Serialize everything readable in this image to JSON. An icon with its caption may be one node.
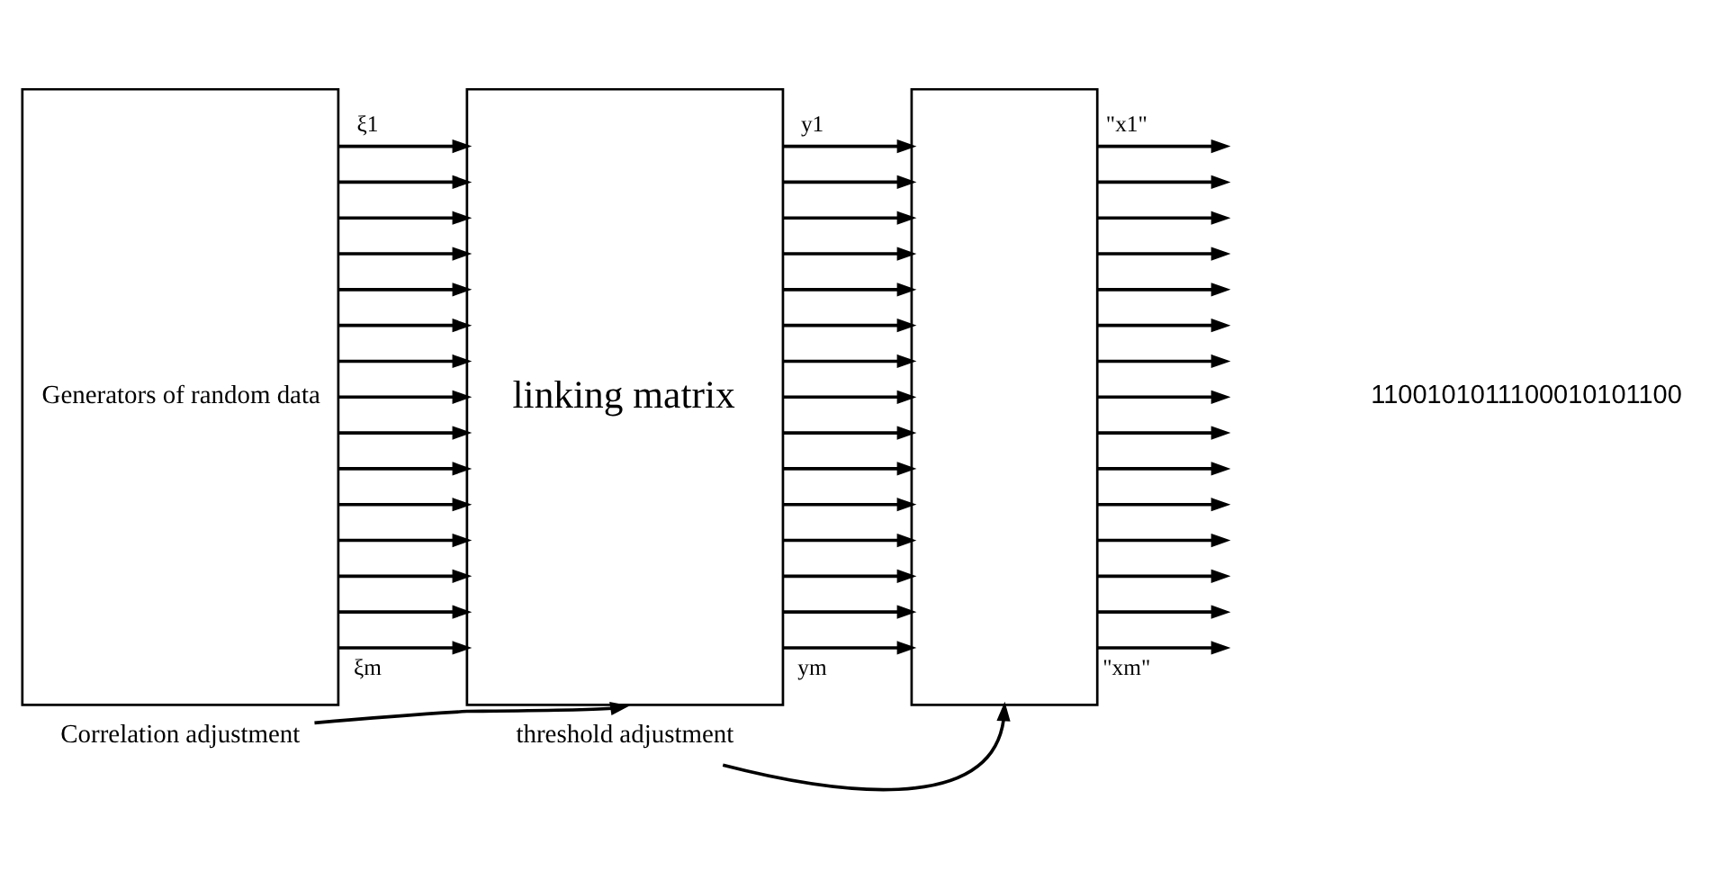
{
  "diagram": {
    "nodes": [
      {
        "text": [
          "Generators of random data"
        ]
      },
      {
        "text": [
          "linking matrix"
        ]
      },
      {
        "text": [],
        "shape": "box"
      },
      {
        "text": [
          "Correlation adjustment"
        ]
      },
      {
        "text": [
          "threshold adjustment"
        ]
      }
    ],
    "edges": [
      {
        "from": 0,
        "to": 1,
        "arrow": "to",
        "label": "ξ1"
      },
      {
        "from": 0,
        "to": 1,
        "arrow": "to"
      },
      {
        "from": 0,
        "to": 1,
        "arrow": "to"
      },
      {
        "from": 0,
        "to": 1,
        "arrow": "to"
      },
      {
        "from": 0,
        "to": 1,
        "arrow": "to"
      },
      {
        "from": 0,
        "to": 1,
        "arrow": "to"
      },
      {
        "from": 0,
        "to": 1,
        "arrow": "to"
      },
      {
        "from": 0,
        "to": 1,
        "arrow": "to"
      },
      {
        "from": 0,
        "to": 1,
        "arrow": "to"
      },
      {
        "from": 0,
        "to": 1,
        "arrow": "to"
      },
      {
        "from": 0,
        "to": 1,
        "arrow": "to"
      },
      {
        "from": 0,
        "to": 1,
        "arrow": "to"
      },
      {
        "from": 0,
        "to": 1,
        "arrow": "to"
      },
      {
        "from": 0,
        "to": 1,
        "arrow": "to"
      },
      {
        "from": 0,
        "to": 1,
        "arrow": "to",
        "label": "ξm"
      },
      {
        "from": 1,
        "to": 2,
        "arrow": "to",
        "label": "y1"
      },
      {
        "from": 1,
        "to": 2,
        "arrow": "to"
      },
      {
        "from": 1,
        "to": 2,
        "arrow": "to"
      },
      {
        "from": 1,
        "to": 2,
        "arrow": "to"
      },
      {
        "from": 1,
        "to": 2,
        "arrow": "to"
      },
      {
        "from": 1,
        "to": 2,
        "arrow": "to"
      },
      {
        "from": 1,
        "to": 2,
        "arrow": "to"
      },
      {
        "from": 1,
        "to": 2,
        "arrow": "to"
      },
      {
        "from": 1,
        "to": 2,
        "arrow": "to"
      },
      {
        "from": 1,
        "to": 2,
        "arrow": "to"
      },
      {
        "from": 1,
        "to": 2,
        "arrow": "to"
      },
      {
        "from": 1,
        "to": 2,
        "arrow": "to"
      },
      {
        "from": 1,
        "to": 2,
        "arrow": "to"
      },
      {
        "from": 1,
        "to": 2,
        "arrow": "to"
      },
      {
        "from": 1,
        "to": 2,
        "arrow": "to",
        "label": "ym"
      },
      {
        "from": 2,
        "to": null,
        "arrow": "to",
        "label": "\"x1\""
      },
      {
        "from": 2,
        "to": null,
        "arrow": "to"
      },
      {
        "from": 2,
        "to": null,
        "arrow": "to"
      },
      {
        "from": 2,
        "to": null,
        "arrow": "to"
      },
      {
        "from": 2,
        "to": null,
        "arrow": "to"
      },
      {
        "from": 2,
        "to": null,
        "arrow": "to"
      },
      {
        "from": 2,
        "to": null,
        "arrow": "to"
      },
      {
        "from": 2,
        "to": null,
        "arrow": "to"
      },
      {
        "from": 2,
        "to": null,
        "arrow": "to"
      },
      {
        "from": 2,
        "to": null,
        "arrow": "to"
      },
      {
        "from": 2,
        "to": null,
        "arrow": "to"
      },
      {
        "from": 2,
        "to": null,
        "arrow": "to"
      },
      {
        "from": 2,
        "to": null,
        "arrow": "to"
      },
      {
        "from": 2,
        "to": null,
        "arrow": "to"
      },
      {
        "from": 2,
        "to": null,
        "arrow": "to",
        "label": "\"xm\""
      },
      {
        "from": 3,
        "to": 1,
        "arrow": "to"
      },
      {
        "from": 4,
        "to": 2,
        "arrow": "to"
      }
    ],
    "labels": [
      "1100101011100010101100"
    ]
  }
}
